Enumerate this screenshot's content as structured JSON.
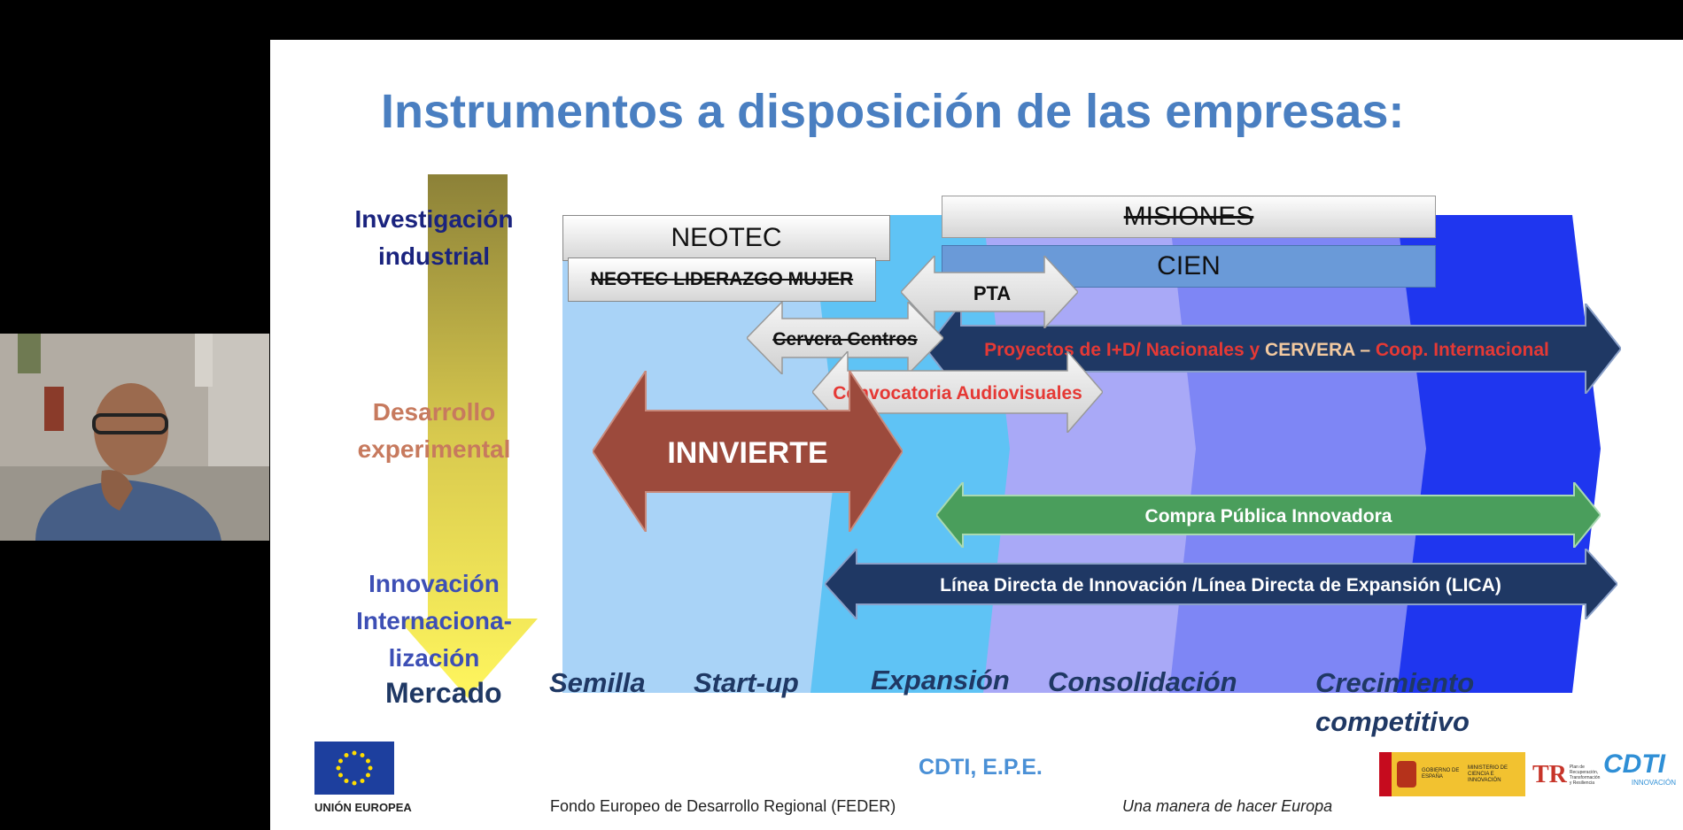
{
  "slide": {
    "title": "Instrumentos a disposición de las empresas:",
    "row_labels": {
      "research": [
        "Investigación",
        "industrial"
      ],
      "development": [
        "Desarrollo",
        "experimental"
      ],
      "innovation": [
        "Innovación",
        "Internaciona-",
        "lización"
      ]
    },
    "stages": {
      "market": "Mercado",
      "seed": "Semilla",
      "startup": "Start-up",
      "expansion": "Expansión",
      "consolidation": "Consolidación",
      "growth": [
        "Crecimiento",
        "competitivo"
      ]
    },
    "instruments": {
      "neotec": "NEOTEC",
      "neotec_mujer": "NEOTEC LIDERAZGO MUJER",
      "misiones": "MISIONES",
      "cien": "CIEN",
      "pta": "PTA",
      "cervera_centros": "Cervera Centros",
      "proyectos_part1": "Proyectos de I+D/ Nacionales y ",
      "proyectos_part2": "CERVERA – ",
      "proyectos_part3": " Coop. Internacional",
      "audiovisuales": "Convocatoria Audiovisuales",
      "innvierte": "INNVIERTE",
      "compra": "Compra Pública Innovadora",
      "lineas": "Línea Directa de Innovación /Línea Directa de Expansión (LICA)"
    },
    "footer": {
      "eu": "UNIÓN EUROPEA",
      "feder": "Fondo Europeo de Desarrollo Regional (FEDER)",
      "cdti": "CDTI, E.P.E.",
      "motto": "Una manera de hacer Europa",
      "gov_label": "GOBIERNO DE ESPAÑA",
      "ministry_label": "MINISTERIO DE CIENCIA E INNOVACIÓN",
      "plan_label": "Plan de Recuperación, Transformación y Resiliencia",
      "cdti_logo": "CDTI",
      "cdti_logo_sub": "INNOVACIÓN"
    }
  },
  "colors": {
    "title": "#4a7fc1",
    "research": "#1a237e",
    "development": "#c77a5e",
    "innovation": "#3d4fb5",
    "stage_text": "#1f3864",
    "innvierte": "#9c4a3c",
    "dark_navy": "#1f3864",
    "green": "#4a9e5c",
    "red_text": "#e53935"
  }
}
